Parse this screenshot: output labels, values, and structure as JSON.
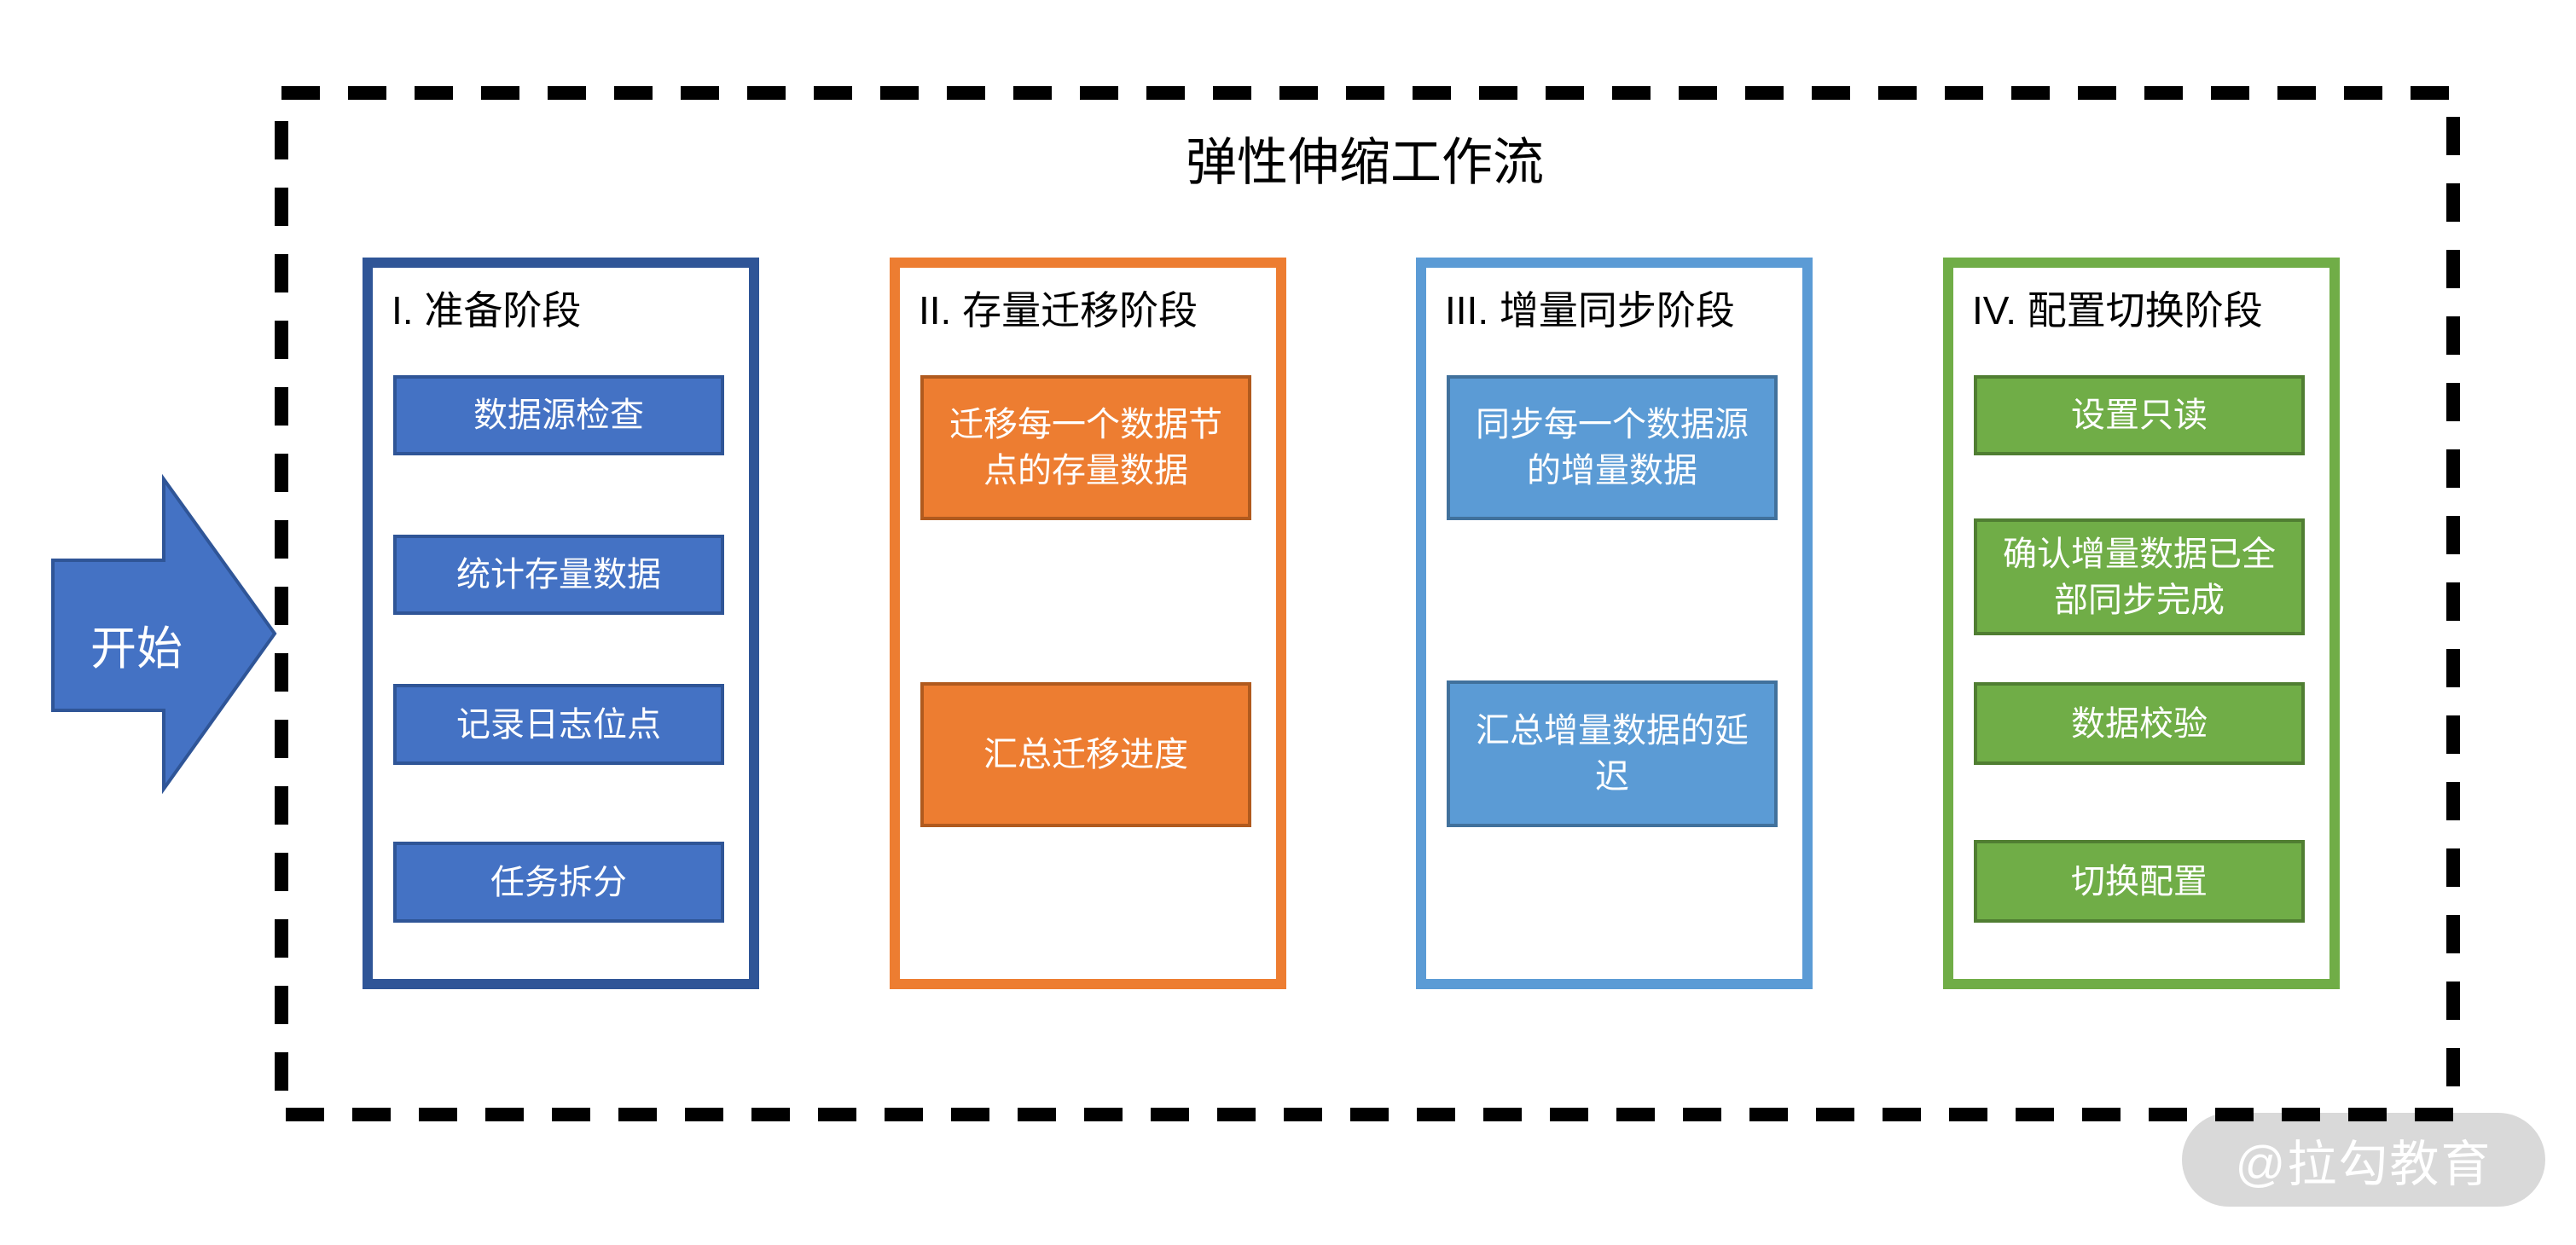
{
  "diagram": {
    "title": "弹性伸缩工作流",
    "start": {
      "label": "开始",
      "fill": "#4472C4",
      "border": "#2F5597"
    },
    "frame": {
      "style": "dashed",
      "border_color": "#000000"
    },
    "phases": [
      {
        "label": "I. 准备阶段",
        "accent": "#2F5597",
        "step_fill": "#4472C4",
        "step_border": "#2F5597",
        "steps": [
          "数据源检查",
          "统计存量数据",
          "记录日志位点",
          "任务拆分"
        ]
      },
      {
        "label": "II. 存量迁移阶段",
        "accent": "#ED7D31",
        "step_fill": "#ED7D31",
        "step_border": "#B05A1E",
        "steps": [
          "迁移每一个数据节点的存量数据",
          "汇总迁移进度"
        ]
      },
      {
        "label": "III. 增量同步阶段",
        "accent": "#5B9BD5",
        "step_fill": "#5B9BD5",
        "step_border": "#41719C",
        "steps": [
          "同步每一个数据源的增量数据",
          "汇总增量数据的延迟"
        ]
      },
      {
        "label": "IV. 配置切换阶段",
        "accent": "#70AD47",
        "step_fill": "#70AD47",
        "step_border": "#507E32",
        "steps": [
          "设置只读",
          "确认增量数据已全部同步完成",
          "数据校验",
          "切换配置"
        ]
      }
    ],
    "watermark": {
      "label": "@拉勾教育",
      "bg": "#D9D9D9",
      "text_color": "#FFFFFF"
    }
  }
}
